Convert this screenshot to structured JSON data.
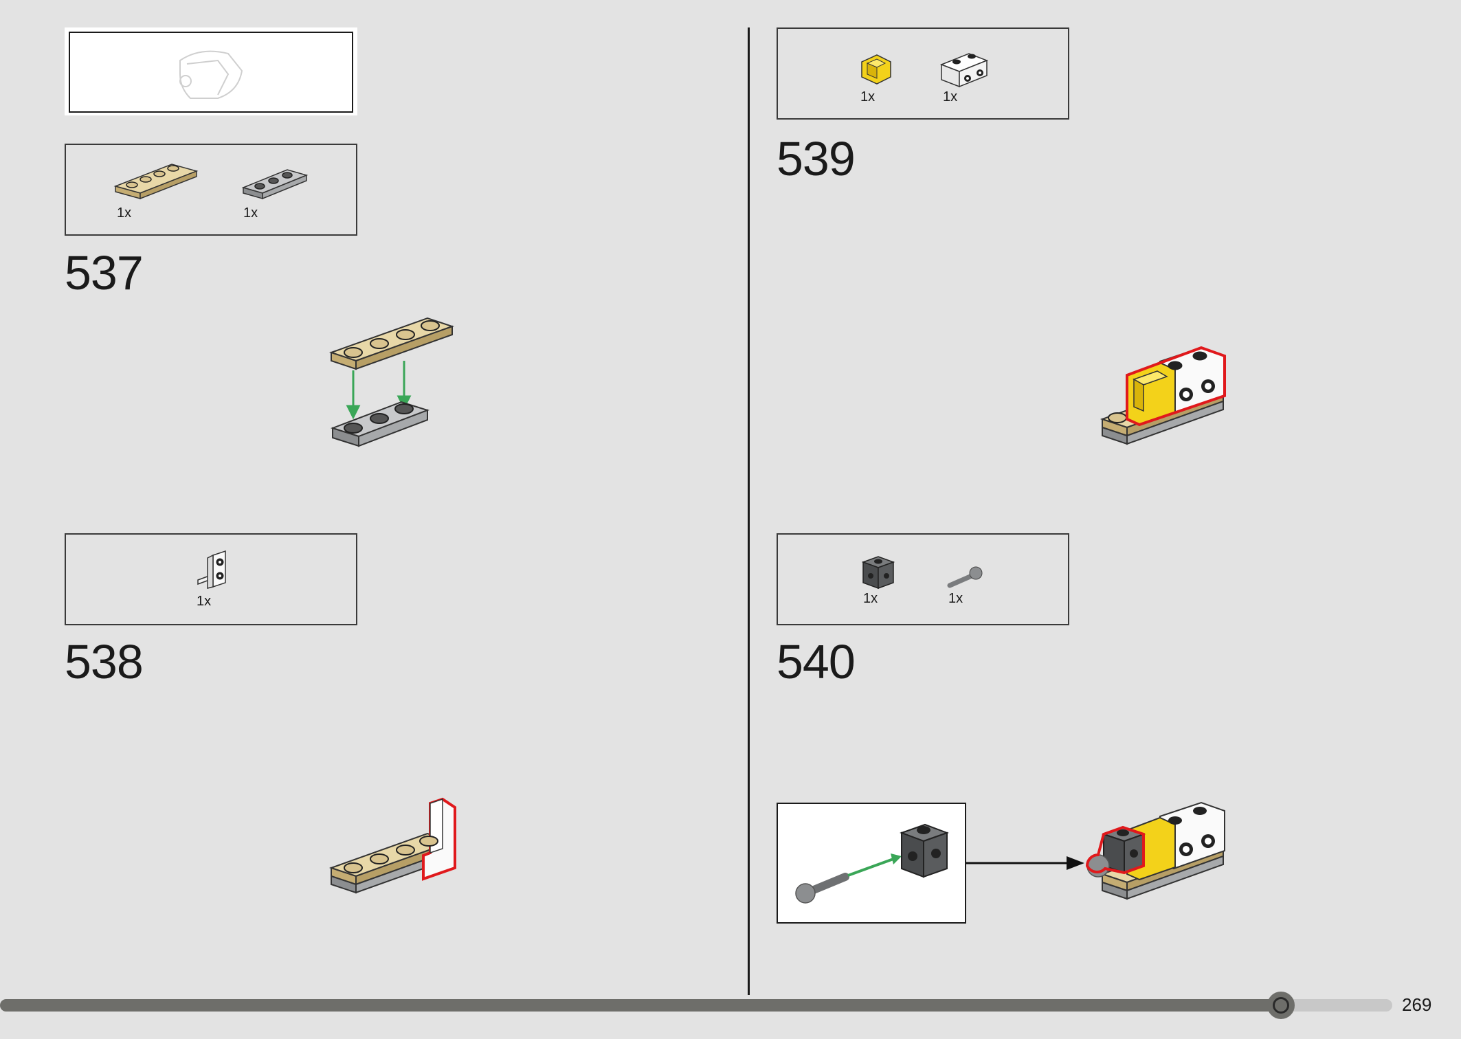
{
  "page": {
    "number": "269",
    "progress": 0.92
  },
  "preview": {
    "label": ""
  },
  "steps": [
    {
      "number": "537",
      "parts": [
        {
          "qty": "1x",
          "name": "tan-plate-1x4-icon"
        },
        {
          "qty": "1x",
          "name": "gray-plate-1x3-icon"
        }
      ]
    },
    {
      "number": "538",
      "parts": [
        {
          "qty": "1x",
          "name": "white-bracket-icon"
        }
      ]
    },
    {
      "number": "539",
      "parts": [
        {
          "qty": "1x",
          "name": "yellow-corner-tile-icon"
        },
        {
          "qty": "1x",
          "name": "white-brick-studs-side-icon"
        }
      ]
    },
    {
      "number": "540",
      "parts": [
        {
          "qty": "1x",
          "name": "dark-gray-brick-studs-side-icon"
        },
        {
          "qty": "1x",
          "name": "gray-ball-pin-icon"
        }
      ]
    }
  ],
  "colors": {
    "background": "#e3e3e3",
    "tan": "#d9c48f",
    "light_gray": "#a7a9ab",
    "dark_gray": "#5a5c5e",
    "yellow": "#f3d21a",
    "highlight_red": "#e0191c",
    "arrow_green": "#3aa657",
    "stud_black": "#222222"
  }
}
